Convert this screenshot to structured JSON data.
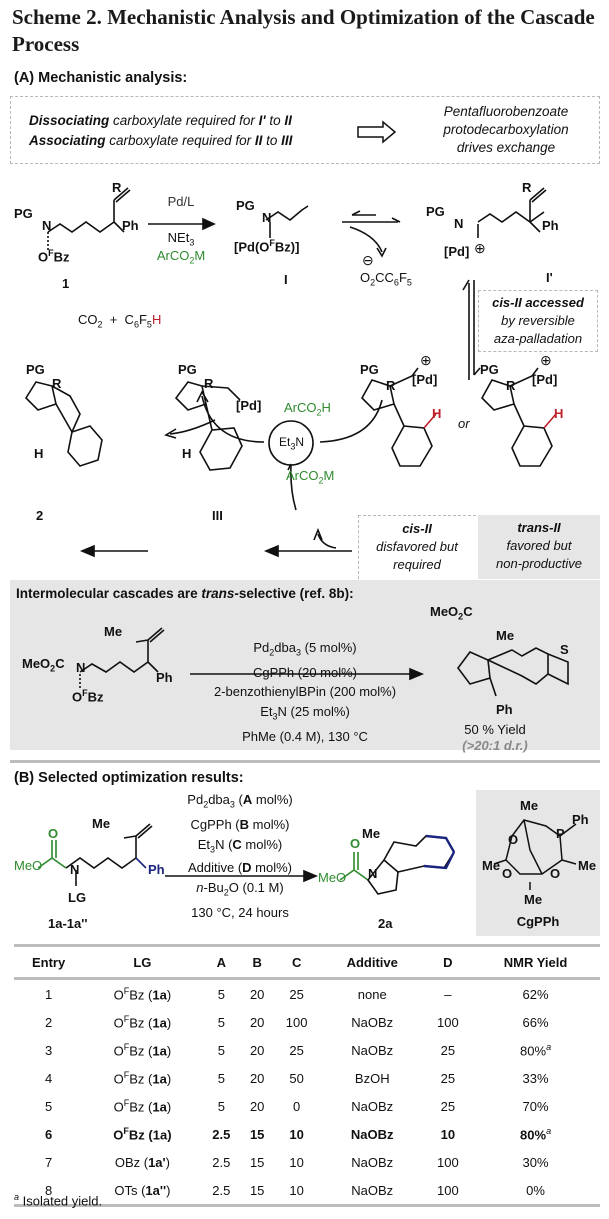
{
  "title": "Scheme 2. Mechanistic Analysis and Optimization of the Cascade Process",
  "sectionA": {
    "heading": "(A) Mechanistic analysis:",
    "note": {
      "line1_bold": "Dissociating",
      "line1_rest": " carboxylate required for ",
      "line1_from": "I'",
      "line1_to_word": " to ",
      "line1_to": "II",
      "line2_bold": "Associating",
      "line2_rest": " carboxylate required for ",
      "line2_from": "II",
      "line2_to_word": " to ",
      "line2_to": "III",
      "result": [
        "Pentafluorobenzoate",
        "protodecarboxylation",
        "drives exchange"
      ]
    },
    "labels": {
      "cmpd1": "1",
      "cmpdI": "I",
      "cmpdIprime": "I'",
      "cmpd2": "2",
      "cmpdIII": "III",
      "reagent_top": "Pd/L",
      "reagent_mid": "NEt3",
      "reagent_green": "ArCO2M",
      "anion": "O2CC6F5",
      "byproduct": "CO2  +  C6F5H",
      "base": "Et3N",
      "acid": "ArCO2H",
      "salt": "ArCO2M",
      "or": "or",
      "pd": "[Pd]",
      "pd_ofbz": "[Pd(OFBz)]",
      "pg": "PG",
      "r": "R",
      "ph": "Ph",
      "n": "N",
      "h": "H"
    },
    "cis_note": [
      "cis-II accessed",
      "by reversible",
      "aza-palladation"
    ],
    "cis_box": {
      "label": "cis-II",
      "desc": [
        "disfavored but",
        "required"
      ]
    },
    "trans_box": {
      "label": "trans-II",
      "desc": [
        "favored but",
        "non-productive"
      ]
    },
    "intermolecular": {
      "heading_pre": "Intermolecular cascades are ",
      "heading_it": "trans",
      "heading_post": "-selective (ref. 8b):",
      "conditions_top": [
        "Pd2dba3 (5 mol%)",
        "CgPPh (20 mol%)"
      ],
      "conditions_bottom": [
        "2-benzothienylBPin (200 mol%)",
        "Et3N (25 mol%)",
        "PhMe (0.4 M), 130 °C"
      ],
      "yield": "50 % Yield",
      "dr": "(>20:1 d.r.)"
    }
  },
  "sectionB": {
    "heading": "(B) Selected optimization results:",
    "substrate_label": "1a-1a''",
    "product_label": "2a",
    "ligand_label": "CgPPh",
    "conditions_top": [
      "Pd2dba3 (A mol%)",
      "CgPPh (B mol%)",
      "Et3N (C mol%)"
    ],
    "conditions_bottom": [
      "Additive (D mol%)",
      "n-Bu2O (0.1 M)",
      "130 °C, 24 hours"
    ],
    "table": {
      "headers": [
        "Entry",
        "LG",
        "A",
        "B",
        "C",
        "Additive",
        "D",
        "NMR Yield"
      ],
      "rows": [
        {
          "entry": "1",
          "lg": "OFBz",
          "cmpd": "1a",
          "a": "5",
          "b": "20",
          "c": "25",
          "additive": "none",
          "d": "–",
          "yield": "62%",
          "note": ""
        },
        {
          "entry": "2",
          "lg": "OFBz",
          "cmpd": "1a",
          "a": "5",
          "b": "20",
          "c": "100",
          "additive": "NaOBz",
          "d": "100",
          "yield": "66%",
          "note": ""
        },
        {
          "entry": "3",
          "lg": "OFBz",
          "cmpd": "1a",
          "a": "5",
          "b": "20",
          "c": "25",
          "additive": "NaOBz",
          "d": "25",
          "yield": "80%",
          "note": "a"
        },
        {
          "entry": "4",
          "lg": "OFBz",
          "cmpd": "1a",
          "a": "5",
          "b": "20",
          "c": "50",
          "additive": "BzOH",
          "d": "25",
          "yield": "33%",
          "note": ""
        },
        {
          "entry": "5",
          "lg": "OFBz",
          "cmpd": "1a",
          "a": "5",
          "b": "20",
          "c": "0",
          "additive": "NaOBz",
          "d": "25",
          "yield": "70%",
          "note": ""
        },
        {
          "entry": "6",
          "lg": "OFBz",
          "cmpd": "1a",
          "a": "2.5",
          "b": "15",
          "c": "10",
          "additive": "NaOBz",
          "d": "10",
          "yield": "80%",
          "note": "a"
        },
        {
          "entry": "7",
          "lg": "OBz",
          "cmpd": "1a'",
          "a": "2.5",
          "b": "15",
          "c": "10",
          "additive": "NaOBz",
          "d": "100",
          "yield": "30%",
          "note": ""
        },
        {
          "entry": "8",
          "lg": "OTs",
          "cmpd": "1a''",
          "a": "2.5",
          "b": "15",
          "c": "10",
          "additive": "NaOBz",
          "d": "100",
          "yield": "0%",
          "note": ""
        }
      ],
      "footnote_mark": "a",
      "footnote": " Isolated yield."
    }
  },
  "colors": {
    "green": "#2e8b2e",
    "red": "#c0202a",
    "blue": "#1a237e",
    "shade": "#e6e6e6"
  }
}
